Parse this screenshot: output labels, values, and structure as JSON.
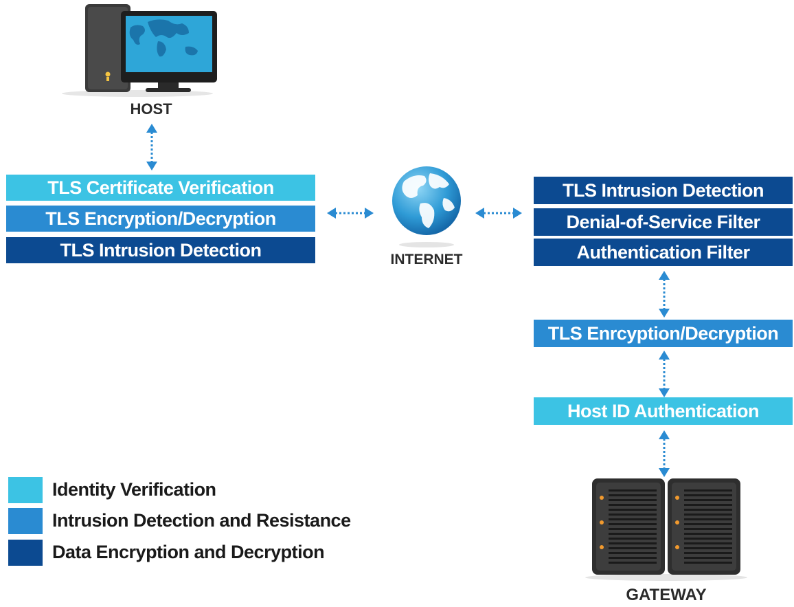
{
  "nodes": {
    "host": {
      "label": "HOST",
      "icon": "desktop-computer-icon"
    },
    "internet": {
      "label": "INTERNET",
      "icon": "globe-icon"
    },
    "gateway": {
      "label": "GATEWAY",
      "icon": "server-icon"
    }
  },
  "host_stack": [
    {
      "label": "TLS Certificate Verification",
      "category": "identity"
    },
    {
      "label": "TLS Encryption/Decryption",
      "category": "intrusion"
    },
    {
      "label": "TLS Intrusion Detection",
      "category": "encryption"
    }
  ],
  "gateway_stack": [
    {
      "label": "TLS Intrusion Detection",
      "category": "encryption"
    },
    {
      "label": "Denial-of-Service Filter",
      "category": "encryption"
    },
    {
      "label": "Authentication Filter",
      "category": "encryption"
    }
  ],
  "gateway_encryption": {
    "label": "TLS Enrcyption/Decryption",
    "category": "intrusion"
  },
  "gateway_auth": {
    "label": "Host ID Authentication",
    "category": "identity"
  },
  "legend": [
    {
      "label": "Identity Verification",
      "color": "#3cc3e4"
    },
    {
      "label": "Intrusion Detection and Resistance",
      "color": "#2a8bd2"
    },
    {
      "label": "Data Encryption and Decryption",
      "color": "#0c4a91"
    }
  ],
  "colors": {
    "identity": "#3cc3e4",
    "intrusion": "#2a8bd2",
    "encryption": "#0c4a91",
    "arrow": "#2a8bd2"
  }
}
